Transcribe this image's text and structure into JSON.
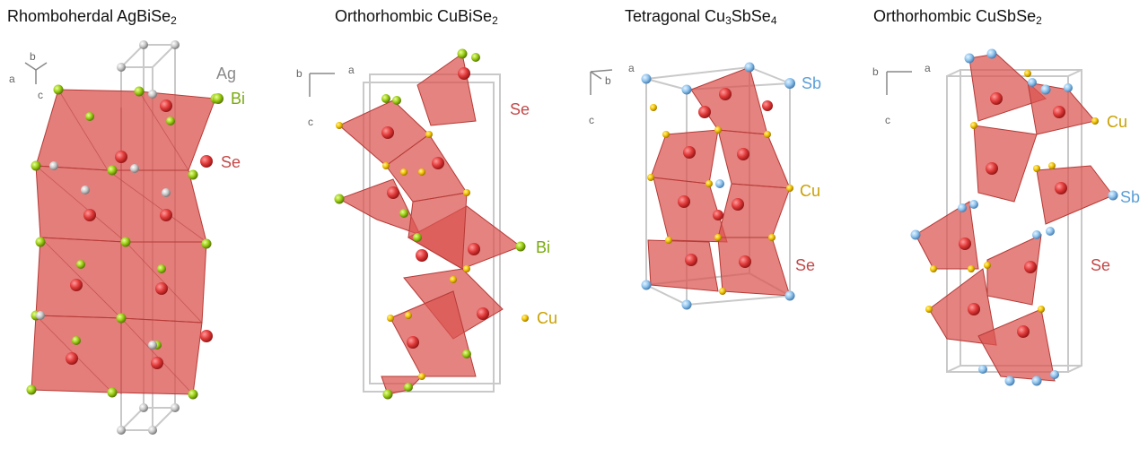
{
  "panels": [
    {
      "id": "agbise2",
      "title_prefix": "Rhomboherdal AgBiSe",
      "title_sub": "2",
      "title_sub2_prefix": "",
      "title_sub2": "",
      "axes": {
        "a": "a",
        "b": "b",
        "c": "c"
      },
      "labels": [
        {
          "key": "ag",
          "text": "Ag",
          "color": "#8a8a8a"
        },
        {
          "key": "bi",
          "text": "Bi",
          "color": "#7aaa10"
        },
        {
          "key": "se",
          "text": "Se",
          "color": "#c44848"
        }
      ]
    },
    {
      "id": "cubise2",
      "title_prefix": "Orthorhombic CuBiSe",
      "title_sub": "2",
      "title_sub2_prefix": "",
      "title_sub2": "",
      "axes": {
        "a": "a",
        "b": "b",
        "c": "c"
      },
      "labels": [
        {
          "key": "se",
          "text": "Se",
          "color": "#c44848"
        },
        {
          "key": "bi",
          "text": "Bi",
          "color": "#7aaa10"
        },
        {
          "key": "cu",
          "text": "Cu",
          "color": "#c9a000"
        }
      ]
    },
    {
      "id": "cu3sbse4",
      "title_prefix": "Tetragonal Cu",
      "title_sub": "3",
      "title_sub2_prefix": "SbSe",
      "title_sub2": "4",
      "axes": {
        "a": "a",
        "b": "b",
        "c": "c"
      },
      "labels": [
        {
          "key": "sb",
          "text": "Sb",
          "color": "#5b9fd6"
        },
        {
          "key": "cu",
          "text": "Cu",
          "color": "#c9a000"
        },
        {
          "key": "se",
          "text": "Se",
          "color": "#c44848"
        }
      ]
    },
    {
      "id": "cusbse2",
      "title_prefix": "Orthorhombic CuSbSe",
      "title_sub": "2",
      "title_sub2_prefix": "",
      "title_sub2": "",
      "axes": {
        "a": "a",
        "b": "b",
        "c": "c"
      },
      "labels": [
        {
          "key": "cu",
          "text": "Cu",
          "color": "#c9a000"
        },
        {
          "key": "sb",
          "text": "Sb",
          "color": "#5b9fd6"
        },
        {
          "key": "se",
          "text": "Se",
          "color": "#c44848"
        }
      ]
    }
  ],
  "colors": {
    "polyhedron_fill": "#d9534f",
    "polyhedron_edge": "#b63a36",
    "se_atom": "#e23b3b",
    "bi_atom": "#9acd14",
    "ag_atom": "#c8c8c8",
    "cu_atom": "#f2c200",
    "sb_atom": "#8fc4ee",
    "cell_edge": "#c9c9c9"
  }
}
